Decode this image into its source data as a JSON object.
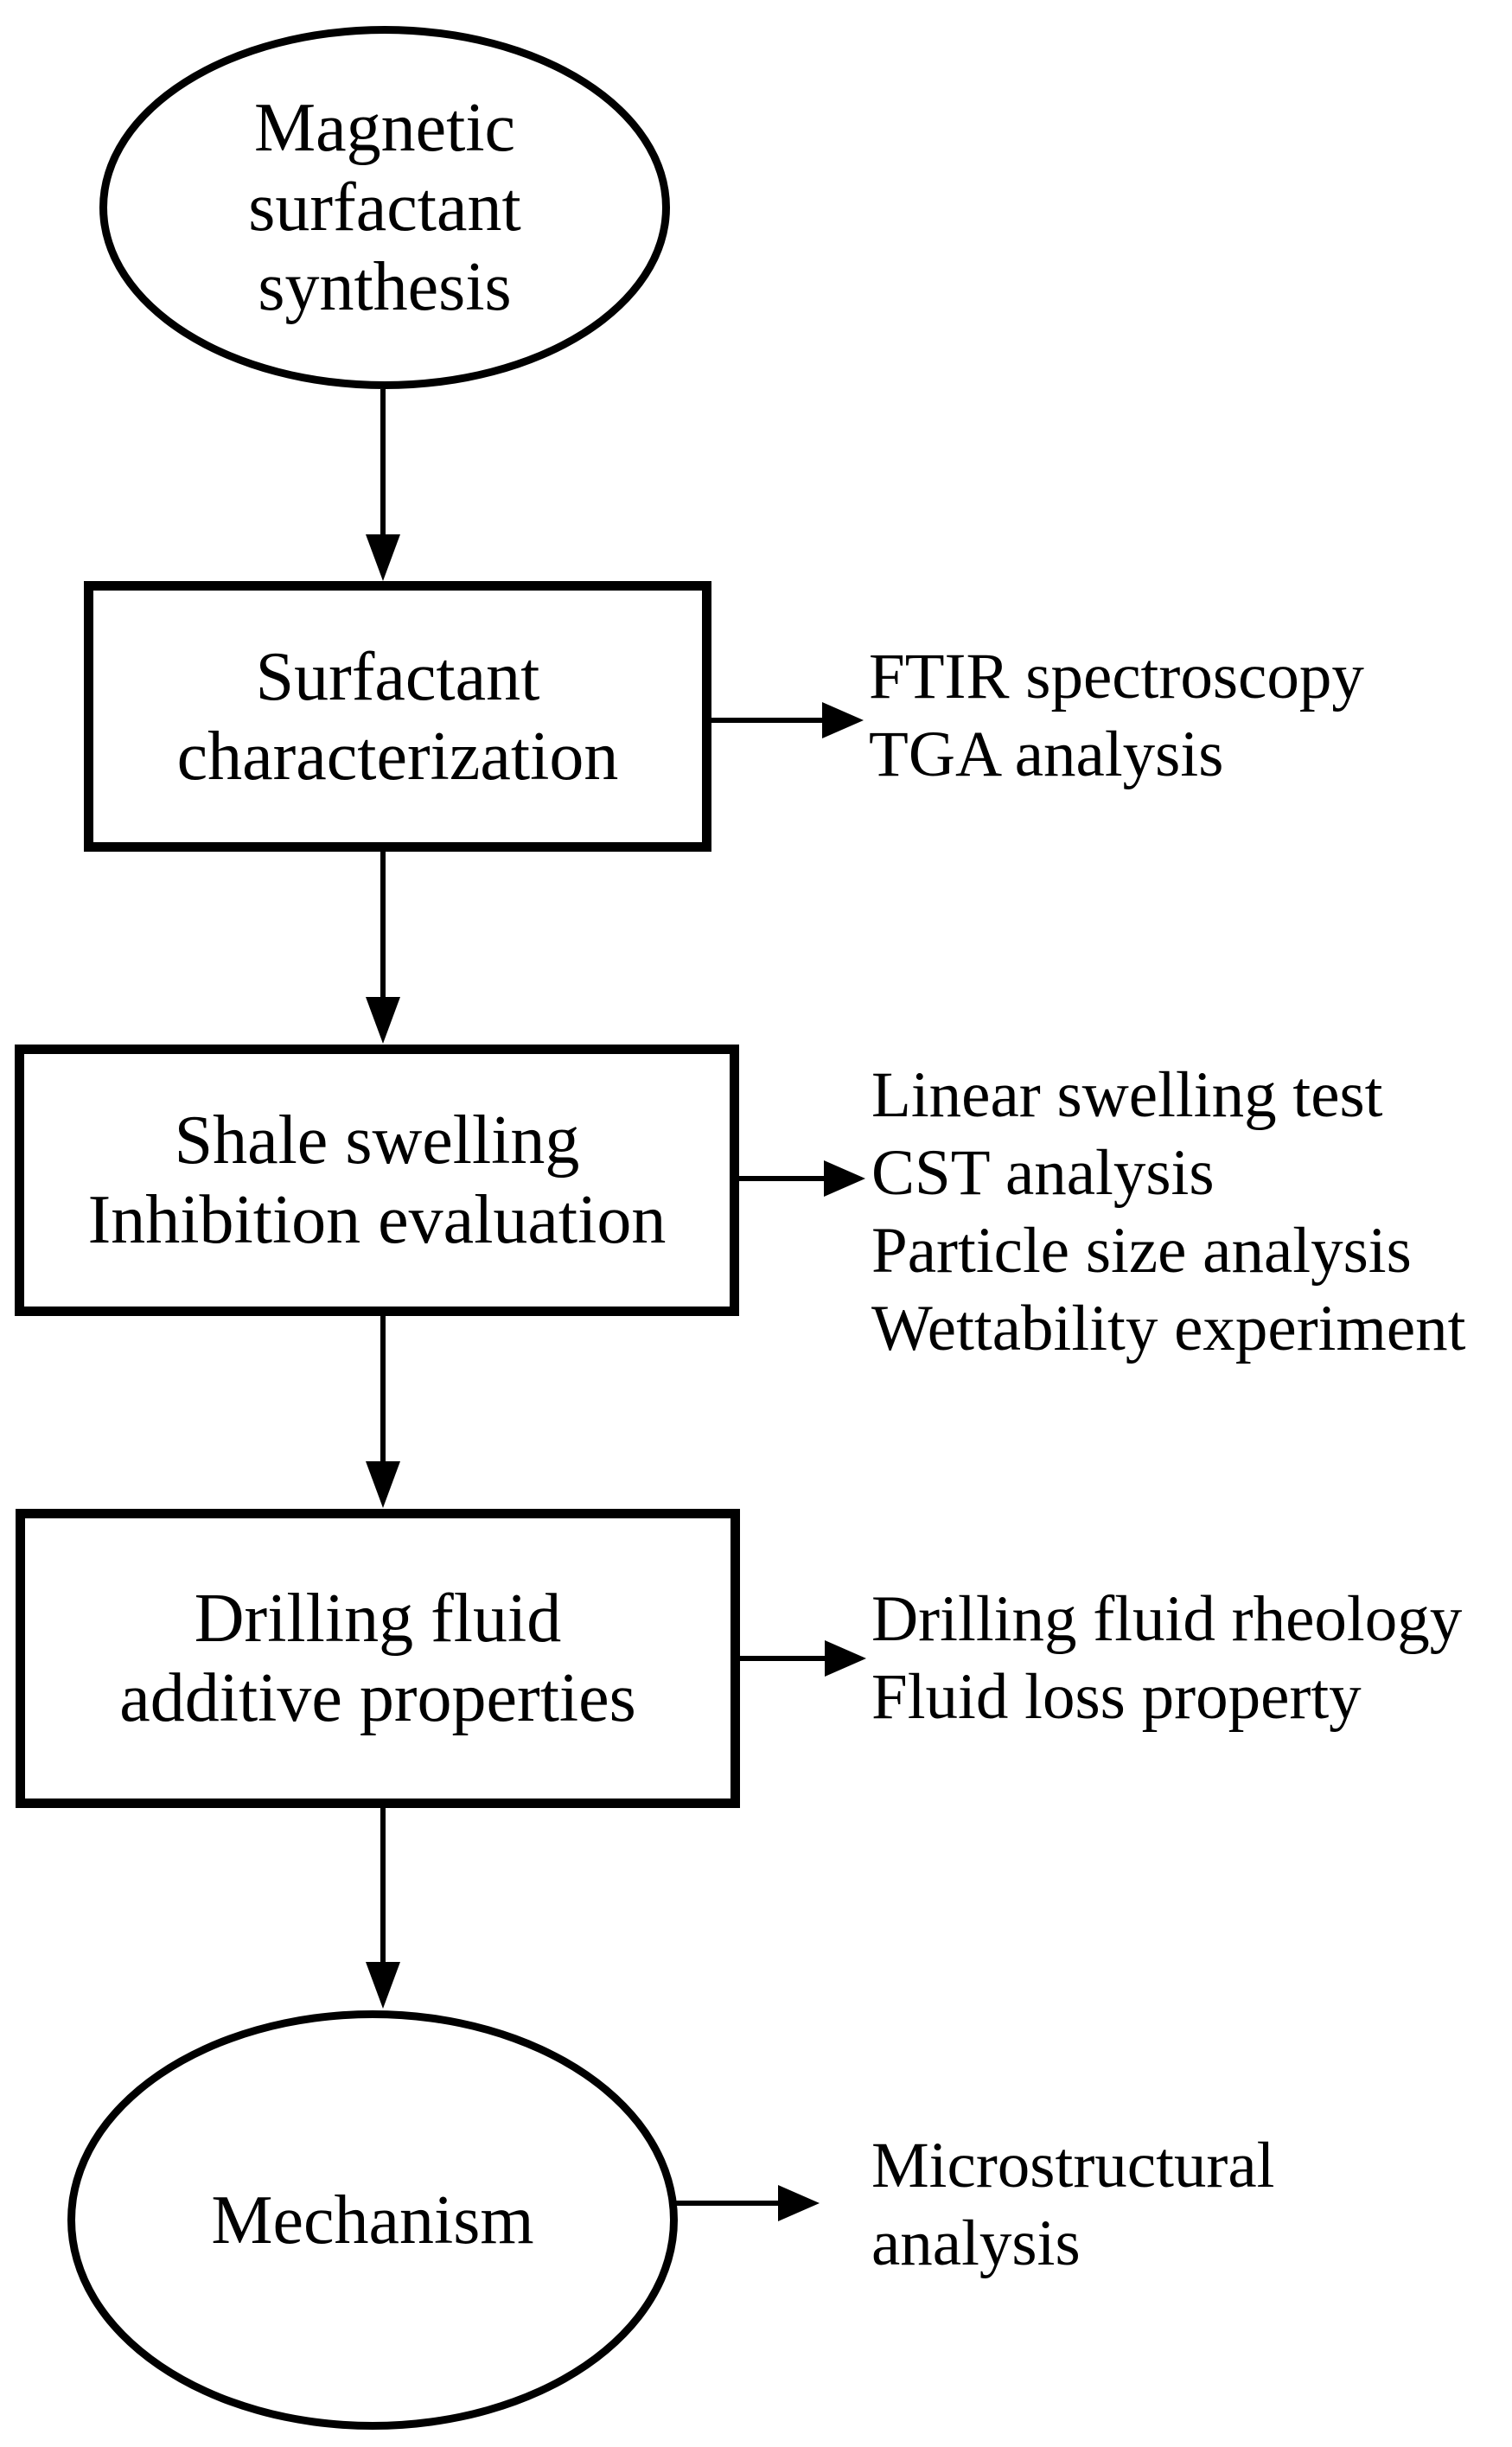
{
  "figure_type": "flowchart",
  "colors": {
    "background": "#ffffff",
    "line": "#000000",
    "text": "#000000"
  },
  "nodes": {
    "synthesis": {
      "shape": "ellipse",
      "lines": [
        "Magnetic",
        "surfactant",
        "synthesis"
      ]
    },
    "characterization": {
      "shape": "rectangle",
      "lines": [
        "Surfactant",
        "characterization"
      ]
    },
    "swelling": {
      "shape": "rectangle",
      "lines": [
        "Shale swelling",
        "Inhibition evaluation"
      ]
    },
    "drilling": {
      "shape": "rectangle",
      "lines": [
        "Drilling fluid",
        "additive properties"
      ]
    },
    "mechanism": {
      "shape": "ellipse",
      "lines": [
        "Mechanism"
      ]
    }
  },
  "annotations": {
    "characterization_methods": {
      "lines": [
        "FTIR spectroscopy",
        "TGA analysis"
      ]
    },
    "swelling_methods": {
      "lines": [
        "Linear swelling test",
        "CST analysis",
        "Particle size analysis",
        "Wettability experiment"
      ]
    },
    "drilling_methods": {
      "lines": [
        "Drilling fluid rheology",
        "Fluid loss property"
      ]
    },
    "mechanism_methods": {
      "lines": [
        "Microstructural",
        "analysis"
      ]
    }
  },
  "edges": [
    {
      "from": "synthesis",
      "to": "characterization",
      "direction": "down"
    },
    {
      "from": "characterization",
      "to": "characterization_methods",
      "direction": "right"
    },
    {
      "from": "characterization",
      "to": "swelling",
      "direction": "down"
    },
    {
      "from": "swelling",
      "to": "swelling_methods",
      "direction": "right"
    },
    {
      "from": "swelling",
      "to": "drilling",
      "direction": "down"
    },
    {
      "from": "drilling",
      "to": "drilling_methods",
      "direction": "right"
    },
    {
      "from": "drilling",
      "to": "mechanism",
      "direction": "down"
    },
    {
      "from": "mechanism",
      "to": "mechanism_methods",
      "direction": "right"
    }
  ]
}
